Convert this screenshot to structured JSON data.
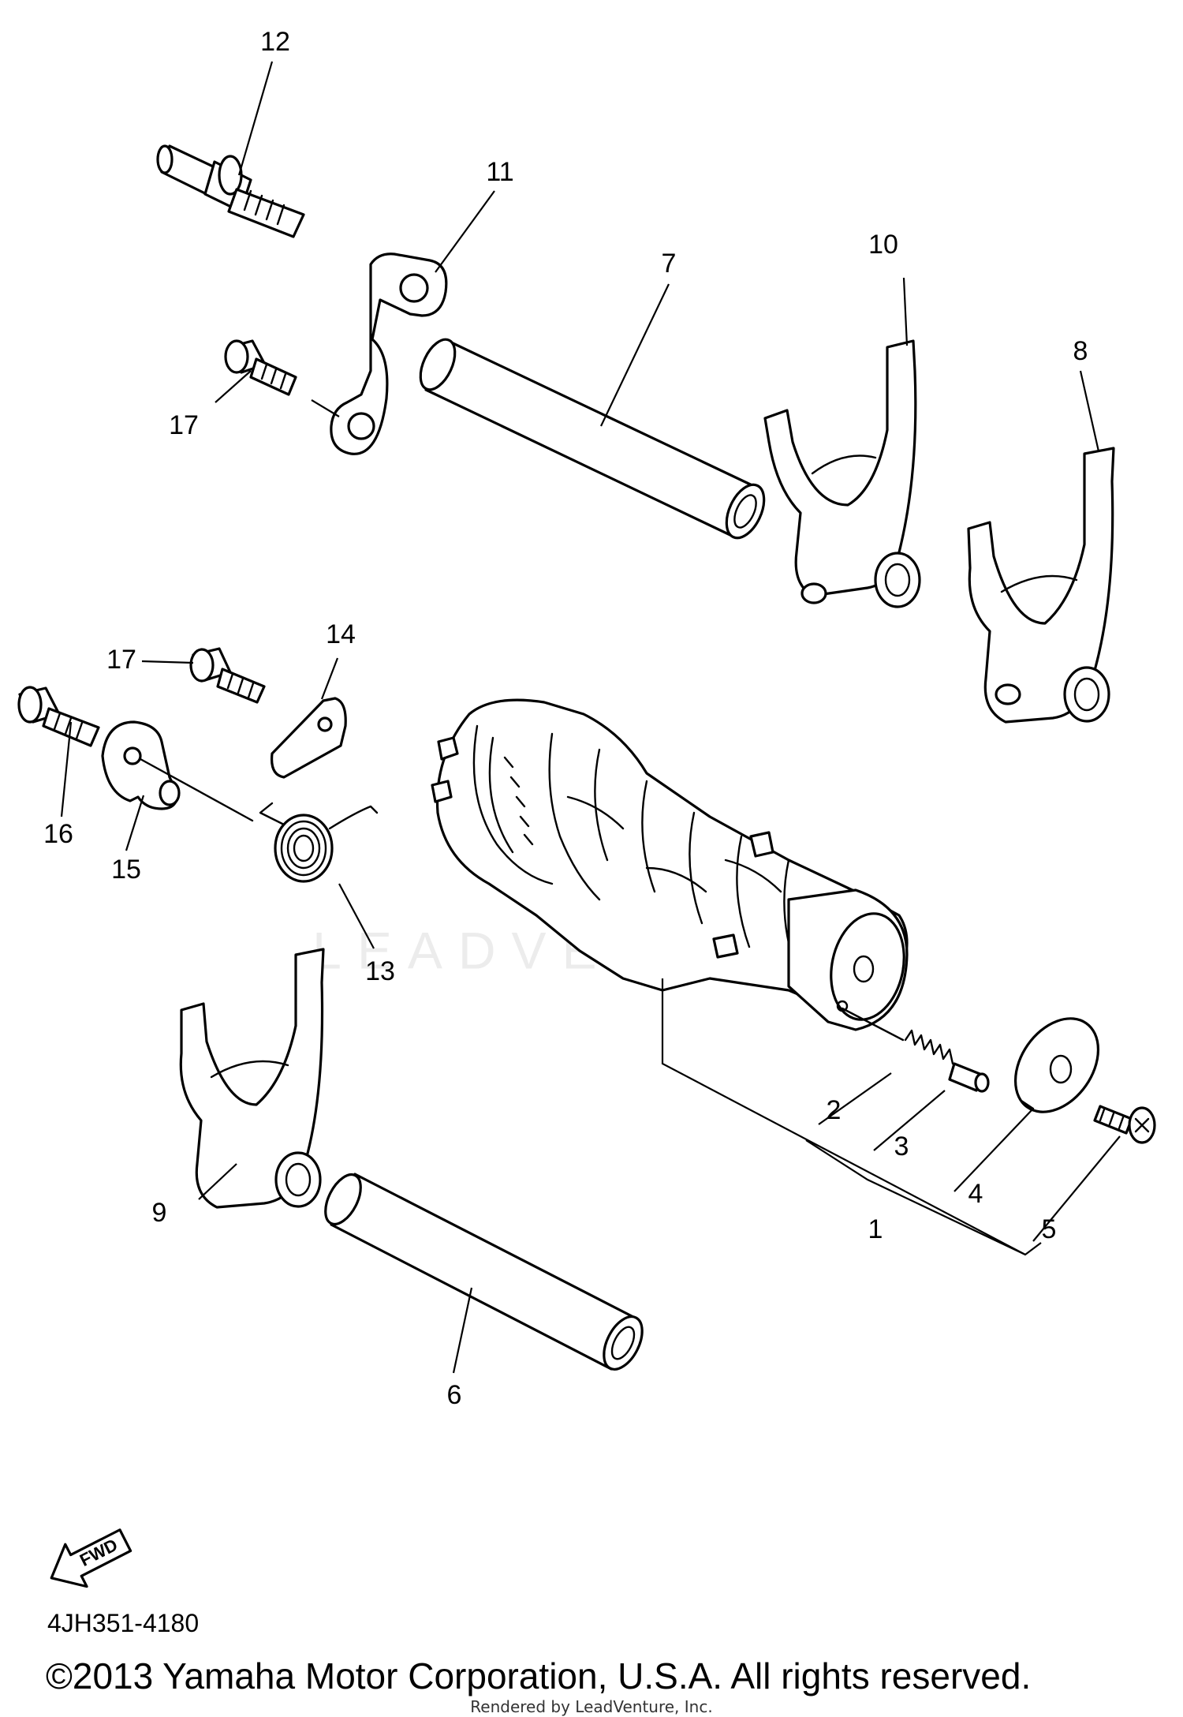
{
  "diagram": {
    "callouts": [
      {
        "id": "c1",
        "label": "1"
      },
      {
        "id": "c2",
        "label": "2"
      },
      {
        "id": "c3",
        "label": "3"
      },
      {
        "id": "c4",
        "label": "4"
      },
      {
        "id": "c5",
        "label": "5"
      },
      {
        "id": "c6",
        "label": "6"
      },
      {
        "id": "c7",
        "label": "7"
      },
      {
        "id": "c8",
        "label": "8"
      },
      {
        "id": "c9",
        "label": "9"
      },
      {
        "id": "c10",
        "label": "10"
      },
      {
        "id": "c11",
        "label": "11"
      },
      {
        "id": "c12",
        "label": "12"
      },
      {
        "id": "c13",
        "label": "13"
      },
      {
        "id": "c14",
        "label": "14"
      },
      {
        "id": "c15",
        "label": "15"
      },
      {
        "id": "c16",
        "label": "16"
      },
      {
        "id": "c17a",
        "label": "17"
      },
      {
        "id": "c17b",
        "label": "17"
      }
    ],
    "watermark": "LEADVENTURE",
    "fwd_arrow_label": "FWD",
    "diagram_code": "4JH351-4180",
    "copyright": "©2013 Yamaha Motor Corporation, U.S.A. All rights reserved.",
    "rendered_by": "Rendered by LeadVenture, Inc."
  }
}
